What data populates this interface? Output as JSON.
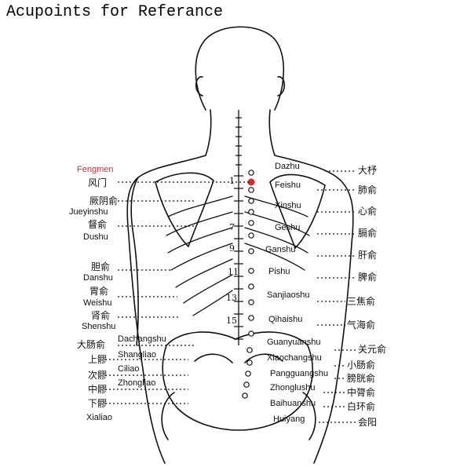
{
  "title": "Acupoints for Referance",
  "colors": {
    "highlight": "#d62b2b",
    "line": "#111111"
  },
  "left_labels": [
    {
      "en": "Fengmen",
      "zh": "风门",
      "highlight": true
    },
    {
      "en": "Jueyinshu",
      "zh": "厥阴俞"
    },
    {
      "en": "Dushu",
      "zh": "督俞"
    },
    {
      "en": "Danshu",
      "zh": "胆俞"
    },
    {
      "en": "Weishu",
      "zh": "胃俞"
    },
    {
      "en": "Shenshu",
      "zh": "肾俞"
    },
    {
      "en": "Dachangshu",
      "zh": "大肠俞"
    },
    {
      "en": "Shangliao",
      "zh": "上髎"
    },
    {
      "en": "Ciliao",
      "zh": "次髎"
    },
    {
      "en": "Zhongliao",
      "zh": "中髎"
    },
    {
      "en": "Xialiao",
      "zh": "下髎"
    }
  ],
  "right_labels": [
    {
      "en": "Dazhu",
      "zh": "大杼"
    },
    {
      "en": "Feishu",
      "zh": "肺俞"
    },
    {
      "en": "Xinshu",
      "zh": "心俞"
    },
    {
      "en": "Geshu",
      "zh": "膈俞"
    },
    {
      "en": "Ganshu",
      "zh": "肝俞"
    },
    {
      "en": "Pishu",
      "zh": "脾俞"
    },
    {
      "en": "Sanjiaoshu",
      "zh": "三焦俞"
    },
    {
      "en": "Qihaishu",
      "zh": "气海俞"
    },
    {
      "en": "Guanyuanshu",
      "zh": "关元俞"
    },
    {
      "en": "Xiaochangshu",
      "zh": "小肠俞"
    },
    {
      "en": "Pangguangshu",
      "zh": "膀胱俞"
    },
    {
      "en": "Zhonglushu",
      "zh": "中膂俞"
    },
    {
      "en": "Baihuanshu",
      "zh": "白环俞"
    },
    {
      "en": "Huiyang",
      "zh": "会阳"
    }
  ],
  "vertebra_numbers": [
    "1",
    "7",
    "9",
    "11",
    "13",
    "15"
  ]
}
